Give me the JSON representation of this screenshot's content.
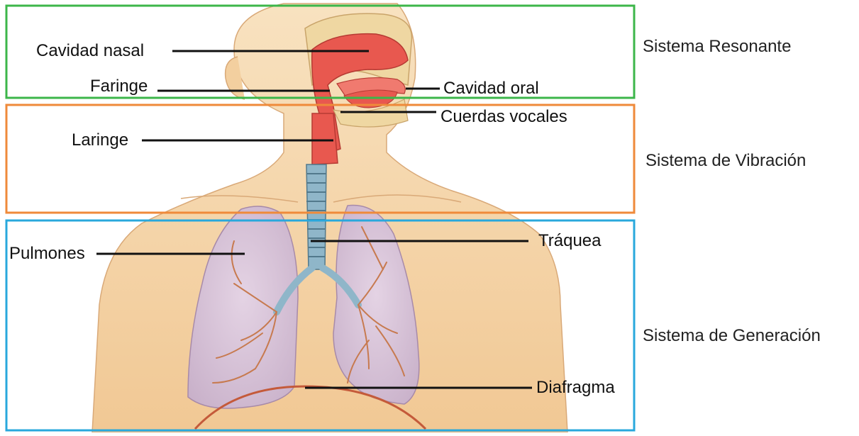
{
  "systems": {
    "resonante": {
      "label": "Sistema Resonante",
      "color": "#3cb64a"
    },
    "vibracion": {
      "label": "Sistema de Vibración",
      "color": "#ef8a3a"
    },
    "generacion": {
      "label": "Sistema de Generación",
      "color": "#29a8dc"
    }
  },
  "labels": {
    "cavidad_nasal": "Cavidad nasal",
    "faringe": "Faringe",
    "cavidad_oral": "Cavidad oral",
    "cuerdas_vocales": "Cuerdas vocales",
    "laringe": "Laringe",
    "pulmones": "Pulmones",
    "traquea": "Tráquea",
    "diafragma": "Diafragma"
  },
  "colors": {
    "skin": "#f6d7aa",
    "skin_shadow": "#e8b987",
    "airway": "#e8584f",
    "trachea": "#8fb6c9",
    "lung": "#d9c7dc",
    "bronchi": "#c77a4f",
    "diaphragm": "#c45a3a",
    "leader_line": "#111111"
  }
}
